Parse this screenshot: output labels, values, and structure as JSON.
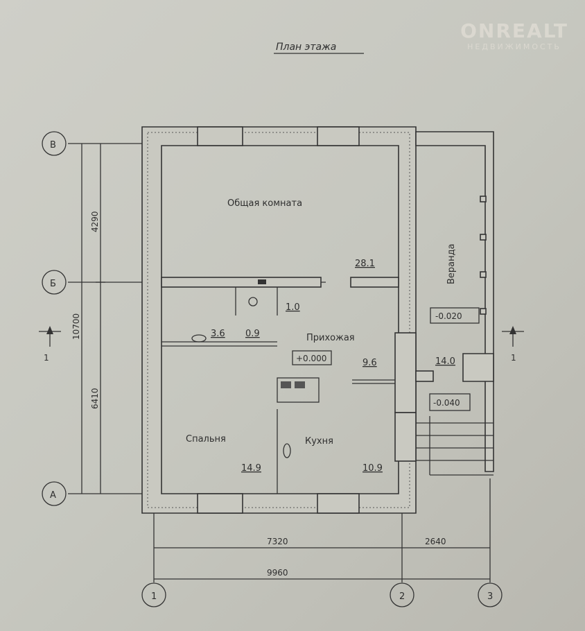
{
  "title": "План  этажа",
  "watermark": {
    "brand": "ONREALT",
    "sub": "НЕДВИЖИМОСТЬ"
  },
  "rooms": {
    "living": {
      "name": "Общая комната",
      "area": "28.1"
    },
    "hall": {
      "name": "Прихожая",
      "area": "9.6",
      "level": "+0.000"
    },
    "bedroom": {
      "name": "Спальня",
      "area": "14.9"
    },
    "kitchen": {
      "name": "Кухня",
      "area": "10.9"
    },
    "veranda": {
      "name": "Веранда",
      "area": "14.0",
      "level1": "-0.020",
      "level2": "-0.040"
    },
    "wc": {
      "area": "1.0"
    },
    "bath": {
      "area": "3.6"
    },
    "closet": {
      "area": "0.9"
    }
  },
  "axes": {
    "rows": [
      "В",
      "Б",
      "А"
    ],
    "cols": [
      "1",
      "2",
      "3"
    ]
  },
  "dimensions": {
    "total_v": "10700",
    "v_top": "4290",
    "v_bottom": "6410",
    "h_1_2": "7320",
    "h_2_3": "2640",
    "total_h": "9960"
  },
  "section": "1"
}
